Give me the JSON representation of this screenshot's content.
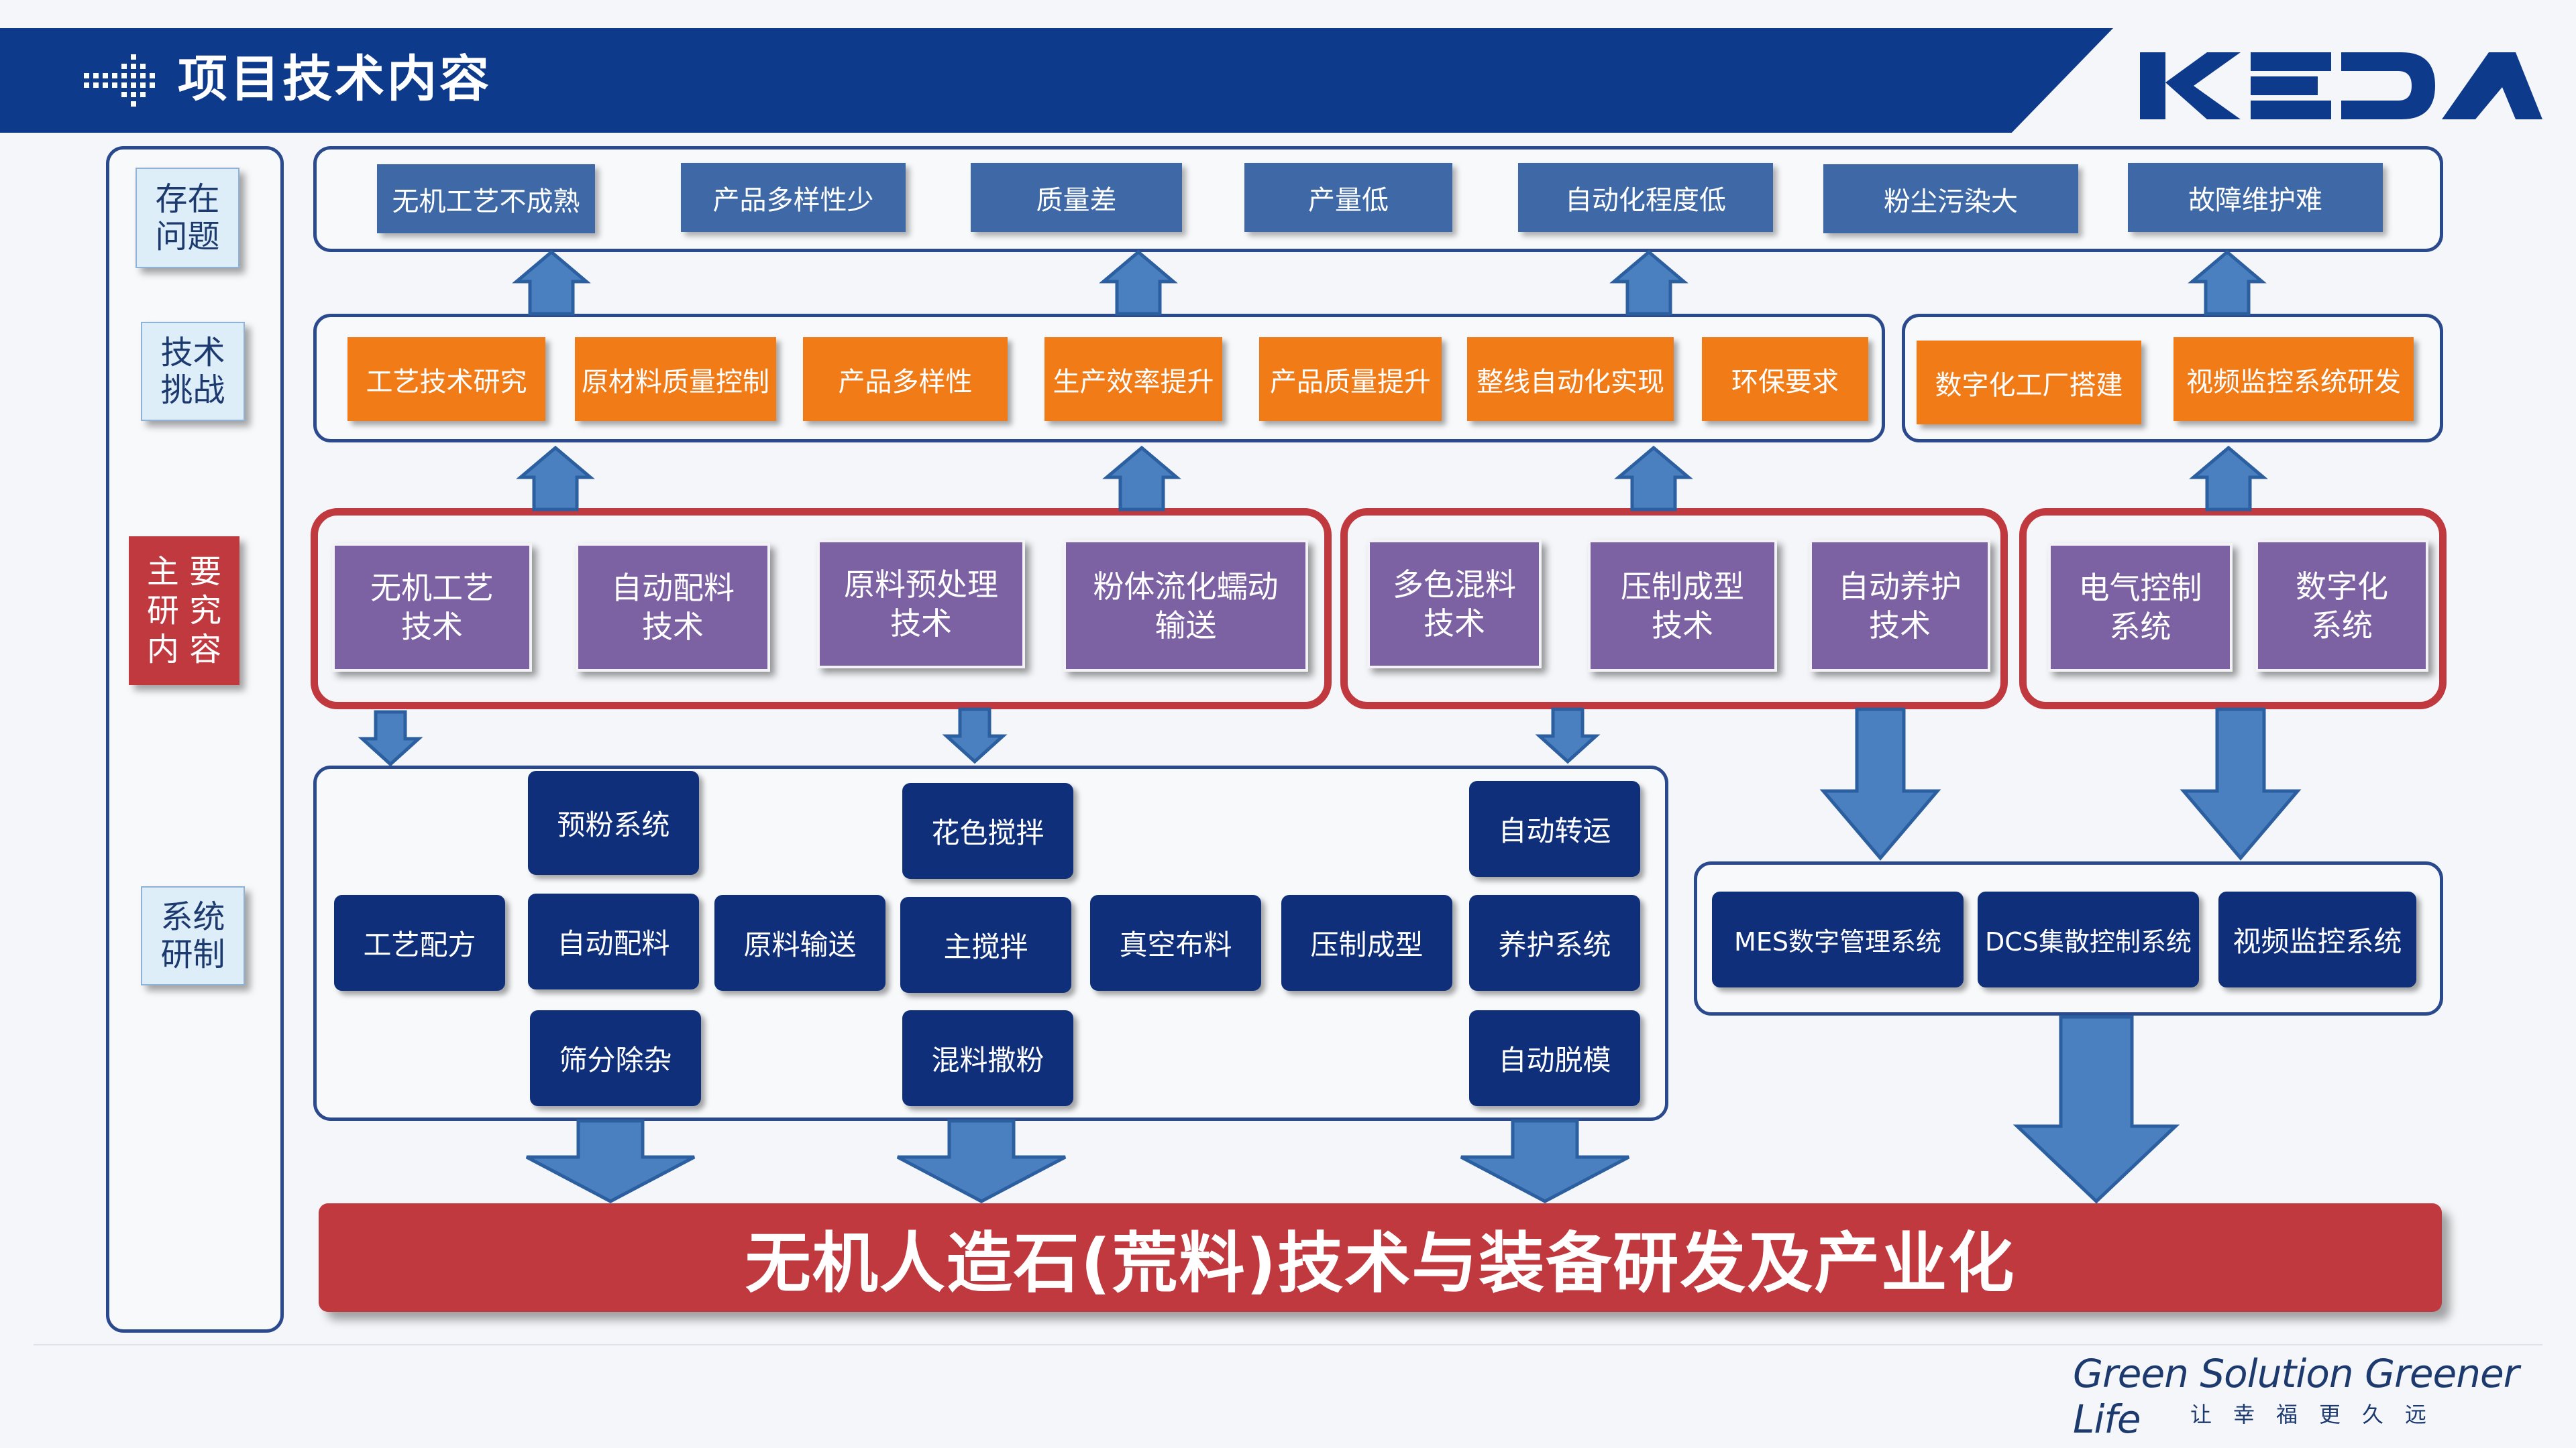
{
  "header": {
    "title": "项目技术内容",
    "logo_text": "KEDA"
  },
  "side_labels": [
    "存在\n问题",
    "技术\n挑战",
    "主 要\n研 究\n内 容",
    "系统\n研制"
  ],
  "problems": [
    "无机工艺不成熟",
    "产品多样性少",
    "质量差",
    "产量低",
    "自动化程度低",
    "粉尘污染大",
    "故障维护难"
  ],
  "challenges": [
    "工艺技术研究",
    "原材料质量控制",
    "产品多样性",
    "生产效率提升",
    "产品质量提升",
    "整线自动化实现",
    "环保要求",
    "数字化工厂搭建",
    "视频监控系统研发"
  ],
  "research": [
    "无机工艺\n技术",
    "自动配料\n技术",
    "原料预处理\n技术",
    "粉体流化蠕动\n输送",
    "多色混料\n技术",
    "压制成型\n技术",
    "自动养护\n技术",
    "电气控制\n系统",
    "数字化\n系统"
  ],
  "systems": [
    "预粉系统",
    "工艺配方",
    "自动配料",
    "原料输送",
    "筛分除杂",
    "花色搅拌",
    "主搅拌",
    "混料撒粉",
    "真空布料",
    "压制成型",
    "自动转运",
    "养护系统",
    "自动脱模"
  ],
  "digital_systems": [
    "MES数字管理系统",
    "DCS集散控制系统",
    "视频监控系统"
  ],
  "banner": "无机人造石(荒料)技术与装备研发及产业化",
  "footer": {
    "slogan_en": "Green Solution Greener Life",
    "slogan_cn": "让幸福更久远"
  },
  "colors": {
    "navy": "#0e3a8c",
    "red": "#c0393f",
    "orange": "#f07b17",
    "purple": "#7c62a3",
    "steel_blue": "#3e68a6",
    "dark_navy": "#0f2f7a",
    "arrow_blue": "#4a7fc0"
  }
}
